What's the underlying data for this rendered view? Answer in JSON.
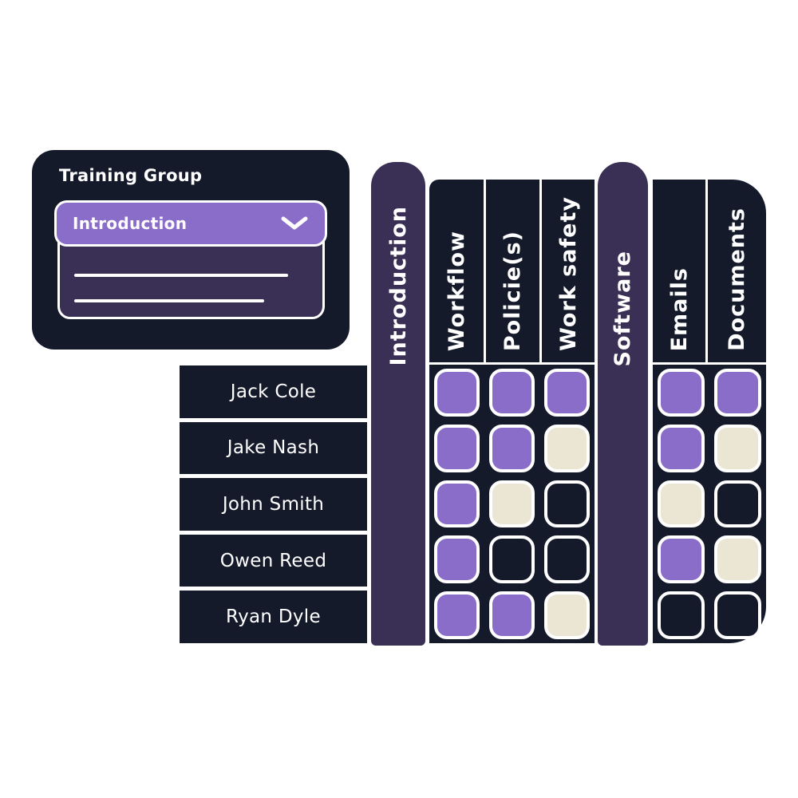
{
  "palette": {
    "background": "#ffffff",
    "navy": "#151a2b",
    "band_purple": "#3a2f54",
    "accent_purple": "#8a6dc9",
    "cream": "#ebe6d4",
    "line_white": "#ffffff"
  },
  "card": {
    "title": "Training Group",
    "dropdown": {
      "selected": "Introduction",
      "chevron_icon": "chevron-down",
      "skeleton_option_lines": 2
    }
  },
  "matrix": {
    "bands": [
      {
        "id": "introduction",
        "label": "Introduction"
      },
      {
        "id": "software",
        "label": "Software"
      }
    ],
    "header_columns": [
      {
        "id": "workflow",
        "label": "Workflow"
      },
      {
        "id": "policies",
        "label": "Policie(s)"
      },
      {
        "id": "work-safety",
        "label": "Work safety"
      },
      {
        "id": "emails",
        "label": "Emails"
      },
      {
        "id": "documents",
        "label": "Documents"
      }
    ],
    "state_colors": {
      "done": "#8a6dc9",
      "partial": "#ebe6d4",
      "none": "#151a2b"
    },
    "rows": [
      {
        "name": "Jack Cole",
        "cells": [
          "done",
          "done",
          "done",
          "done",
          "done"
        ]
      },
      {
        "name": "Jake Nash",
        "cells": [
          "done",
          "done",
          "partial",
          "done",
          "partial"
        ]
      },
      {
        "name": "John Smith",
        "cells": [
          "done",
          "partial",
          "none",
          "partial",
          "none"
        ]
      },
      {
        "name": "Owen Reed",
        "cells": [
          "done",
          "none",
          "none",
          "done",
          "partial"
        ]
      },
      {
        "name": "Ryan Dyle",
        "cells": [
          "done",
          "done",
          "partial",
          "none",
          "none"
        ]
      }
    ]
  }
}
